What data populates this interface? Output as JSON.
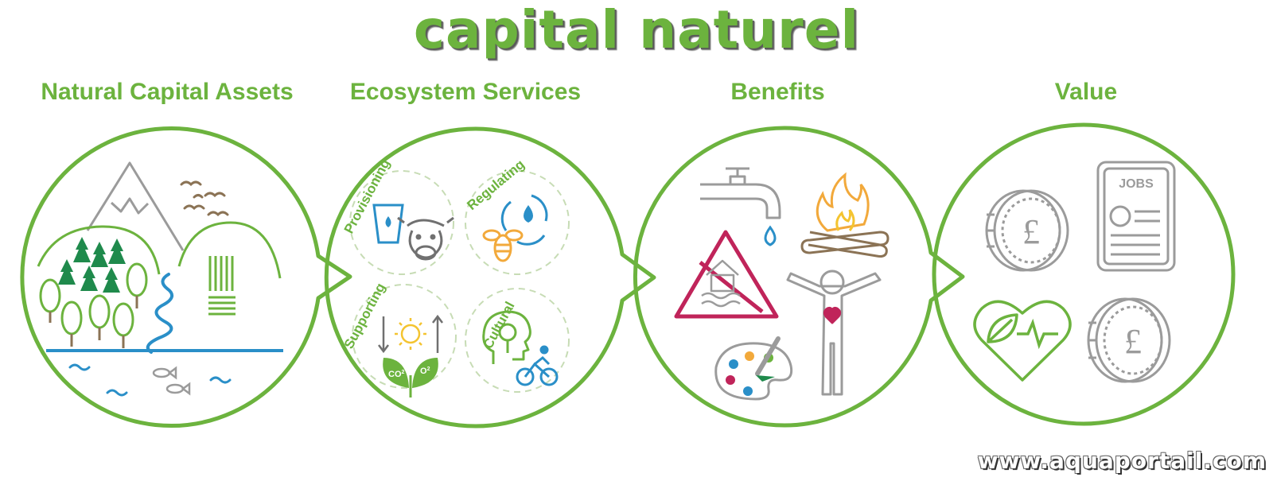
{
  "title": "capital naturel",
  "columns": [
    {
      "heading": "Natural Capital Assets"
    },
    {
      "heading": "Ecosystem Services"
    },
    {
      "heading": "Benefits"
    },
    {
      "heading": "Value"
    }
  ],
  "services": {
    "provisioning": "Provisioning",
    "regulating": "Regulating",
    "supporting": "Supporting",
    "cultural": "Cultural"
  },
  "labels": {
    "co2": "CO",
    "co2_sub": "2",
    "o2": "O",
    "o2_sub": "2",
    "jobs": "JOBS",
    "pound": "£"
  },
  "website": "www.aquaportail.com",
  "colors": {
    "green": "#6cb33e",
    "gray": "#9b9b9b",
    "blue": "#2a8fc8",
    "brown": "#8b7355",
    "red": "#c0245a",
    "orange": "#f2a93b",
    "yellow": "#f4c430"
  },
  "icons": [
    "mountain-icon",
    "birds-icon",
    "tree-icon",
    "river-icon",
    "fish-icon",
    "water-glass-icon",
    "cow-icon",
    "bee-icon",
    "water-cycle-icon",
    "sun-icon",
    "sprout-icon",
    "head-tree-icon",
    "cyclist-icon",
    "tap-icon",
    "campfire-icon",
    "flood-warning-icon",
    "person-heart-icon",
    "palette-icon",
    "coin-icon",
    "newspaper-jobs-icon",
    "heart-leaf-icon"
  ]
}
